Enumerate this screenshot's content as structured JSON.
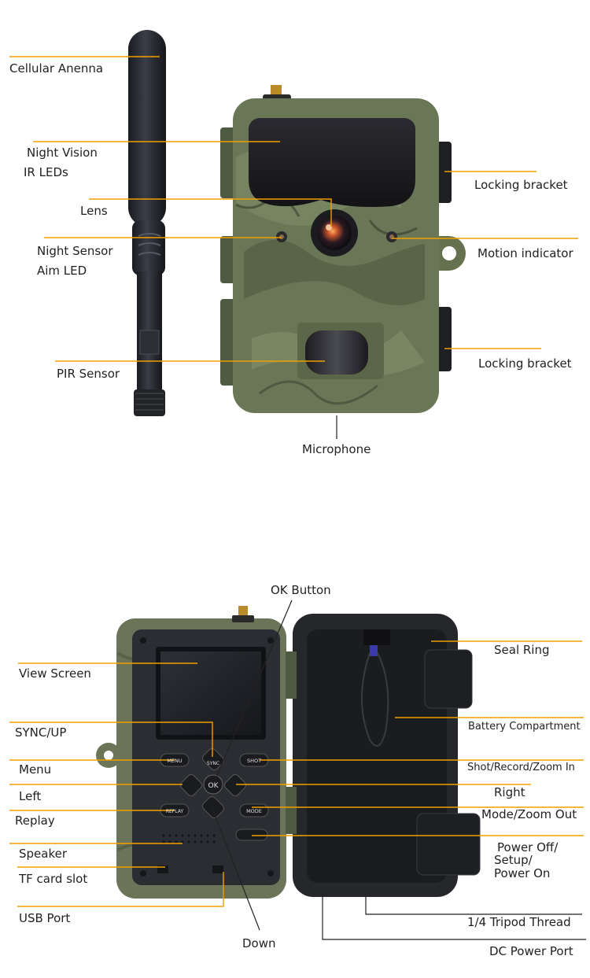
{
  "front_labels": {
    "cellular_antenna": "Cellular Anenna",
    "night_vision_1": "Night Vision",
    "night_vision_2": "IR LEDs",
    "lens": "Lens",
    "night_sensor_1": "Night Sensor",
    "night_sensor_2": "Aim LED",
    "pir_sensor": "PIR Sensor",
    "locking_bracket_top": "Locking bracket",
    "motion_indicator": "Motion indicator",
    "locking_bracket_bottom": "Locking bracket",
    "microphone": "Microphone"
  },
  "back_labels": {
    "ok_button": "OK Button",
    "view_screen": "View Screen",
    "sync_up": "SYNC/UP",
    "menu": "Menu",
    "left": "Left",
    "replay": "Replay",
    "speaker": "Speaker",
    "tf_card_slot": "TF card slot",
    "usb_port": "USB Port",
    "down": "Down",
    "seal_ring": "Seal Ring",
    "battery_compartment": "Battery Compartment",
    "shot_record_zoom_in": "Shot/Record/Zoom In",
    "right": "Right",
    "mode_zoom_out": "Mode/Zoom Out",
    "power_1": "Power Off/",
    "power_2": "Setup/",
    "power_3": "Power On",
    "tripod_thread": "1/4 Tripod Thread",
    "dc_power_port": "DC Power Port"
  },
  "device_buttons": {
    "menu": "MENU",
    "sync": "SYNC",
    "shot": "SHOT",
    "ok": "OK",
    "replay": "REPLAY",
    "mode": "MODE"
  },
  "colors": {
    "leader": "#f0a000",
    "camo_base": "#6f7d5a",
    "body_dark": "#2b2d31"
  }
}
